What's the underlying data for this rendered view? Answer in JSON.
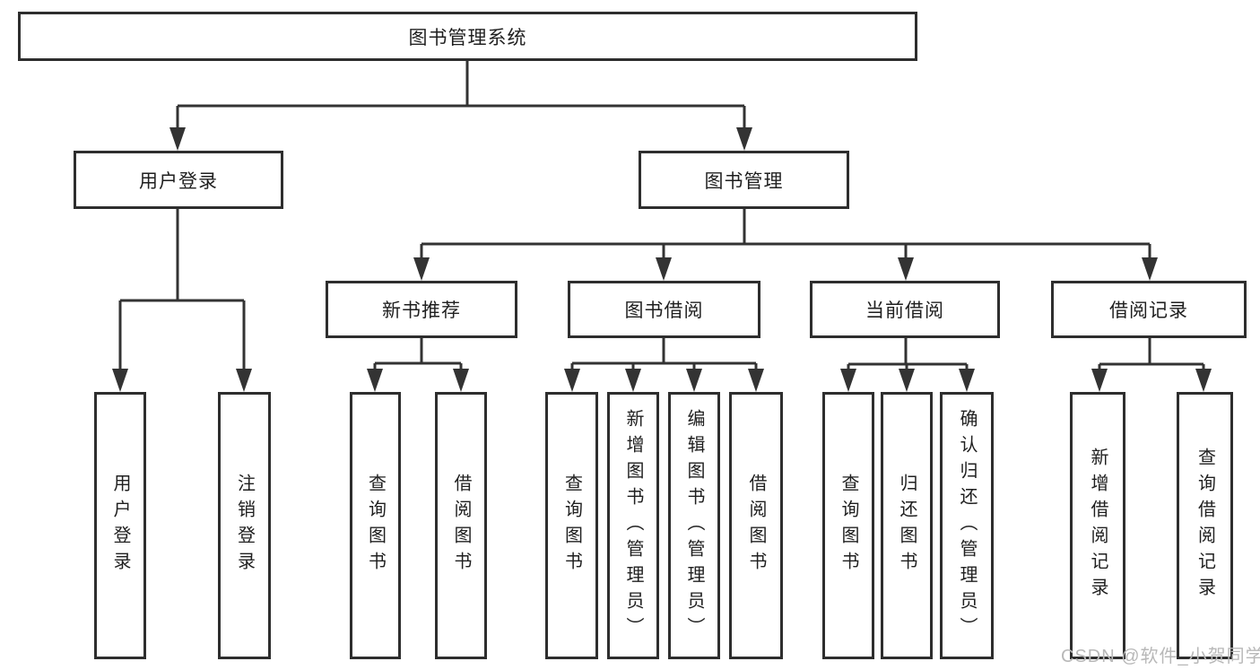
{
  "tree": {
    "label": "图书管理系统",
    "children": [
      {
        "label": "用户登录",
        "children": [
          {
            "label": "用户登录"
          },
          {
            "label": "注销登录"
          }
        ]
      },
      {
        "label": "图书管理",
        "children": [
          {
            "label": "新书推荐",
            "children": [
              {
                "label": "查询图书"
              },
              {
                "label": "借阅图书"
              }
            ]
          },
          {
            "label": "图书借阅",
            "children": [
              {
                "label": "查询图书"
              },
              {
                "label": "新增图书（管理员）"
              },
              {
                "label": "编辑图书（管理员）"
              },
              {
                "label": "借阅图书"
              }
            ]
          },
          {
            "label": "当前借阅",
            "children": [
              {
                "label": "查询图书"
              },
              {
                "label": "归还图书"
              },
              {
                "label": "确认归还（管理员）"
              }
            ]
          },
          {
            "label": "借阅记录",
            "children": [
              {
                "label": "新增借阅记录"
              },
              {
                "label": "查询借阅记录"
              }
            ]
          }
        ]
      }
    ]
  },
  "watermark": "CSDN @软件_小贺同学",
  "colors": {
    "line": "#333333",
    "box_border": "#2e2e2e",
    "text": "#1f1f1f",
    "watermark": "#b8b8b8",
    "background": "#ffffff"
  }
}
